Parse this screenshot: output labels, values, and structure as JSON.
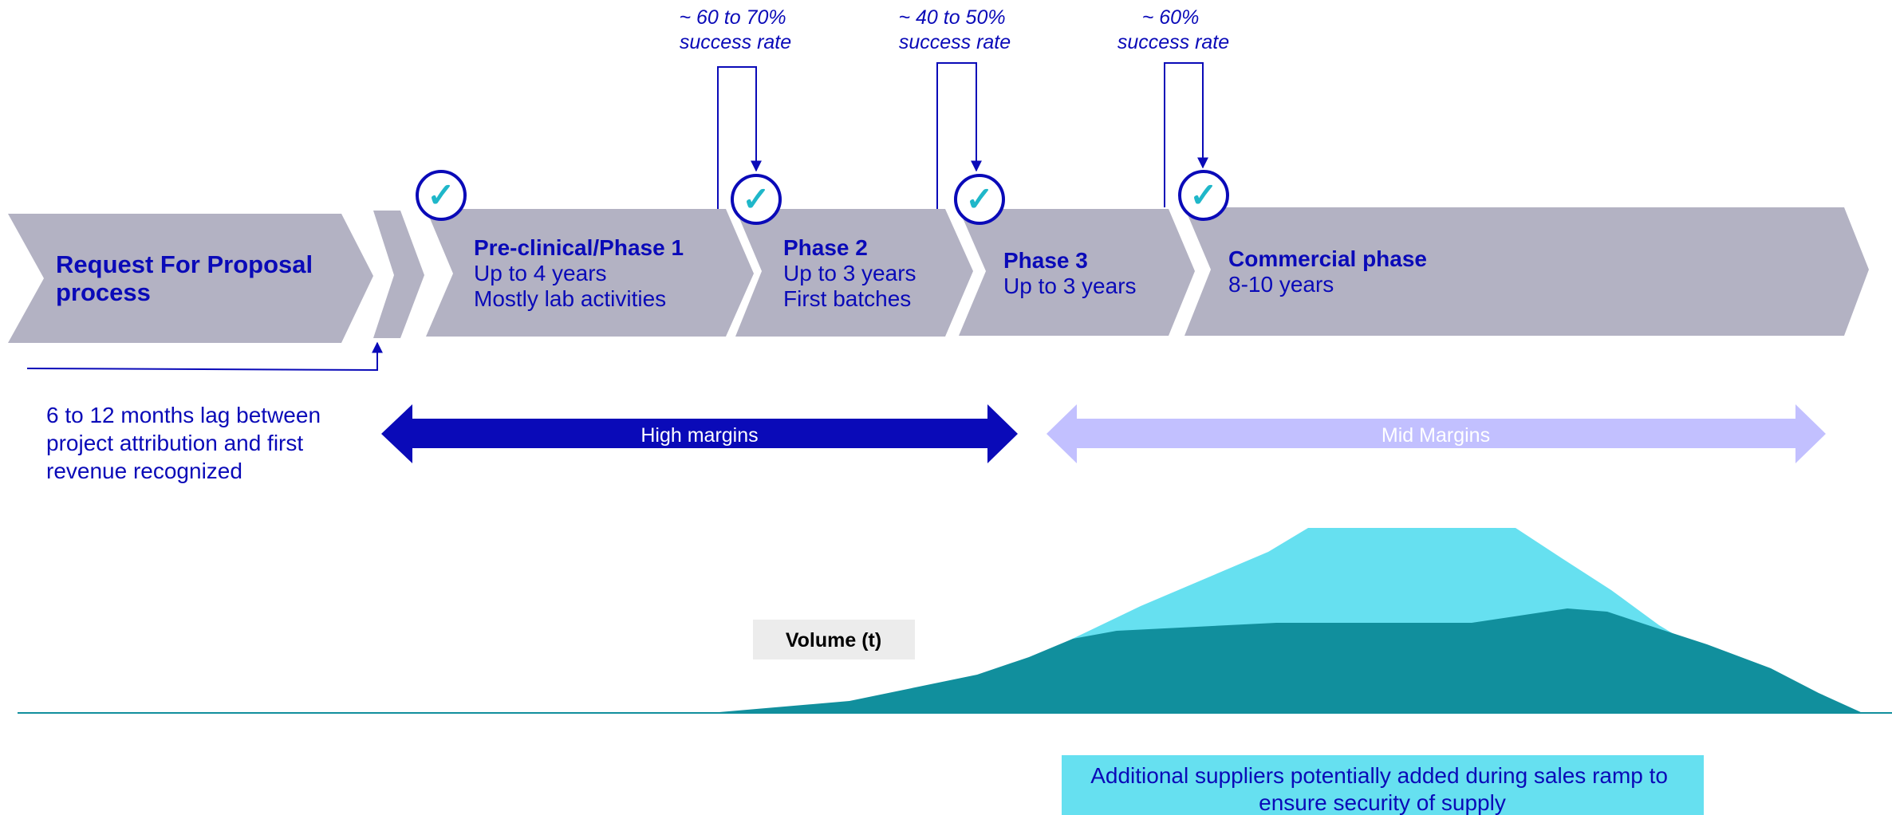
{
  "colors": {
    "navy": "#0a0ab8",
    "gray": "#b3b2c3",
    "check": "#1fb7c9",
    "cyan": "#66e0f0",
    "teal": "#118f9d",
    "lavender": "#c2c0ff",
    "volume_bg": "#ececec"
  },
  "success_rates": [
    {
      "line1": "~ 60 to 70%",
      "line2": "success rate"
    },
    {
      "line1": "~ 40 to 50%",
      "line2": "success rate"
    },
    {
      "line1": "~ 60%",
      "line2": "success rate"
    }
  ],
  "phases": {
    "rfp": {
      "title_line1": "Request For Proposal",
      "title_line2": "process"
    },
    "preclinical": {
      "title": "Pre-clinical/Phase 1",
      "line1": "Up to 4 years",
      "line2": "Mostly lab activities"
    },
    "phase2": {
      "title": "Phase 2",
      "line1": "Up to 3 years",
      "line2": "First batches"
    },
    "phase3": {
      "title": "Phase 3",
      "line1": "Up to 3 years"
    },
    "commercial": {
      "title": "Commercial phase",
      "line1": "8-10 years"
    }
  },
  "lag_note": {
    "line1": "6 to 12 months lag between",
    "line2": "project attribution and first",
    "line3": "revenue recognized"
  },
  "margins": {
    "high": "High margins",
    "mid": "Mid Margins"
  },
  "volume_label": "Volume (t)",
  "suppliers_note": {
    "line1": "Additional suppliers potentially added during sales ramp to",
    "line2": "ensure security of supply"
  },
  "check_glyph": "✓"
}
